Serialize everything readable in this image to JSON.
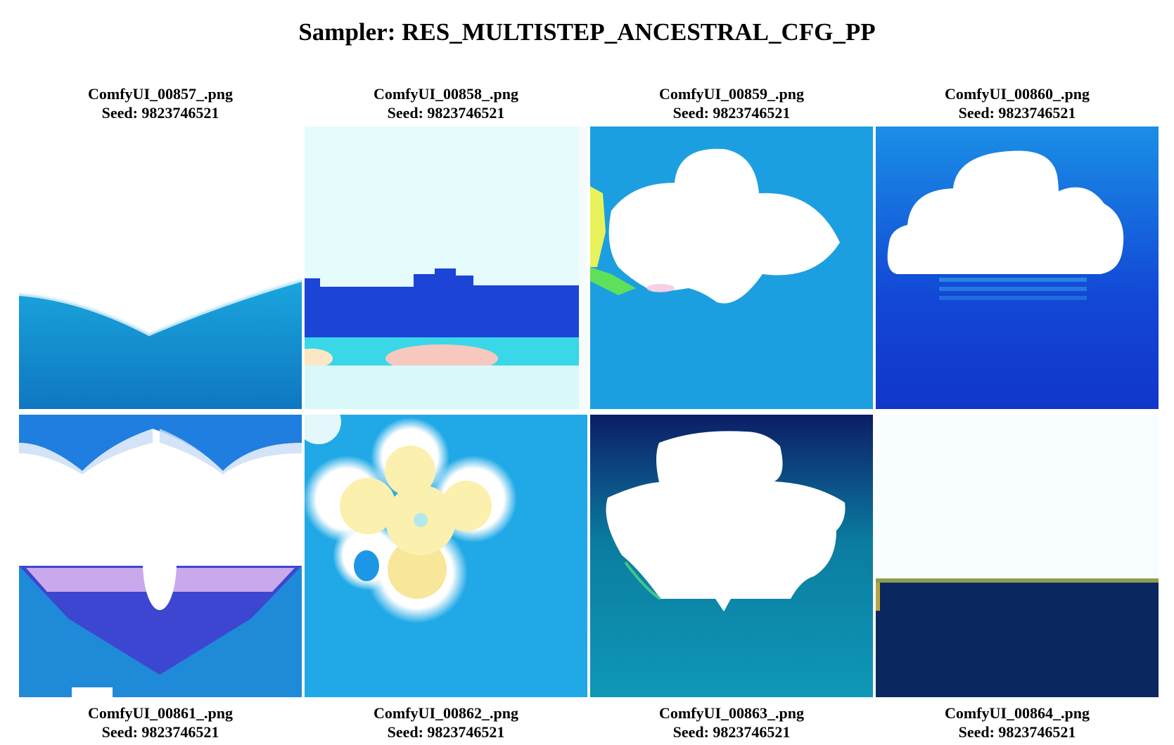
{
  "title": "Sampler: RES_MULTISTEP_ANCESTRAL_CFG_PP",
  "images": [
    {
      "filename": "ComfyUI_00857_.png",
      "seed": "Seed: 9823746521"
    },
    {
      "filename": "ComfyUI_00858_.png",
      "seed": "Seed: 9823746521"
    },
    {
      "filename": "ComfyUI_00859_.png",
      "seed": "Seed: 9823746521"
    },
    {
      "filename": "ComfyUI_00860_.png",
      "seed": "Seed: 9823746521"
    },
    {
      "filename": "ComfyUI_00861_.png",
      "seed": "Seed: 9823746521"
    },
    {
      "filename": "ComfyUI_00862_.png",
      "seed": "Seed: 9823746521"
    },
    {
      "filename": "ComfyUI_00863_.png",
      "seed": "Seed: 9823746521"
    },
    {
      "filename": "ComfyUI_00864_.png",
      "seed": "Seed: 9823746521"
    }
  ]
}
